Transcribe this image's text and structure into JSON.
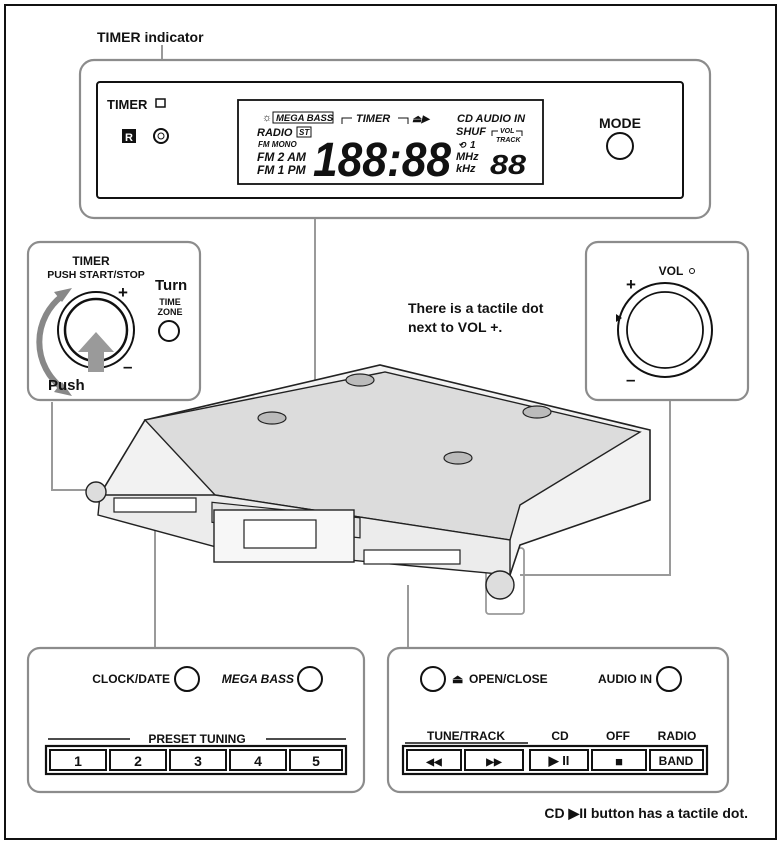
{
  "header": {
    "timer_indicator_label": "TIMER indicator"
  },
  "display_panel": {
    "timer_label": "TIMER",
    "r_label": "R",
    "mode_label": "MODE",
    "lcd": {
      "mega_bass": "MEGA BASS",
      "timer": "TIMER",
      "cd_audio_in": "CD AUDIO IN",
      "radio": "RADIO",
      "st": "ST",
      "fm_mono": "FM  MONO",
      "fm2_am": "FM 2 AM",
      "fm1_pm": "FM 1 PM",
      "digits": "188:88",
      "shuf": "SHUF",
      "repeat1": "1",
      "mhz": "MHz",
      "khz": "kHz",
      "vol": "VOL",
      "track": "TRACK",
      "track_digits": "88"
    }
  },
  "timer_knob": {
    "title": "TIMER",
    "subtitle": "PUSH START/STOP",
    "turn": "Turn",
    "push": "Push",
    "plus": "+",
    "minus": "–",
    "time_zone_line1": "TIME",
    "time_zone_line2": "ZONE"
  },
  "vol_knob": {
    "label": "VOL",
    "plus": "+",
    "minus": "–",
    "note_line1": "There is a tactile dot",
    "note_line2": "next to VOL +."
  },
  "left_panel": {
    "clock_date": "CLOCK/DATE",
    "mega_bass": "MEGA BASS",
    "preset_tuning": "PRESET TUNING",
    "presets": [
      "1",
      "2",
      "3",
      "4",
      "5"
    ]
  },
  "right_panel": {
    "open_close": "OPEN/CLOSE",
    "open_close_symbol": "⏏",
    "audio_in": "AUDIO IN",
    "tune_track": "TUNE/TRACK",
    "cd": "CD",
    "off": "OFF",
    "radio": "RADIO",
    "btn_prev": "◀◀",
    "btn_next": "▶▶",
    "btn_play": "▶ II",
    "btn_stop": "■",
    "btn_band": "BAND"
  },
  "footer": {
    "note": "CD ▶II button has a tactile dot."
  }
}
